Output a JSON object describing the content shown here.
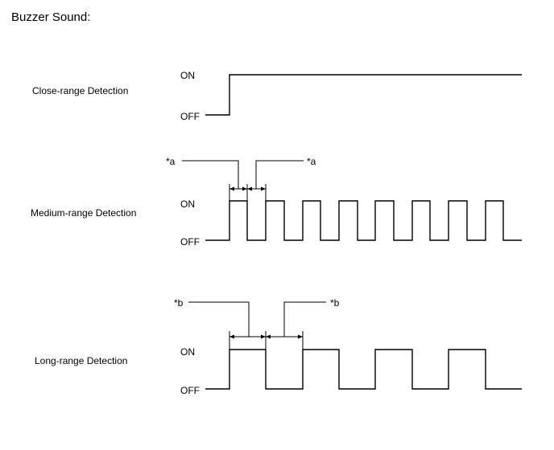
{
  "title": "Buzzer Sound:",
  "state_on": "ON",
  "state_off": "OFF",
  "rows": [
    {
      "label": "Close-range Detection",
      "signal": "continuous"
    },
    {
      "label": "Medium-range Detection",
      "signal": "pulse",
      "marker": "*a"
    },
    {
      "label": "Long-range Detection",
      "signal": "pulse",
      "marker": "*b"
    }
  ]
}
